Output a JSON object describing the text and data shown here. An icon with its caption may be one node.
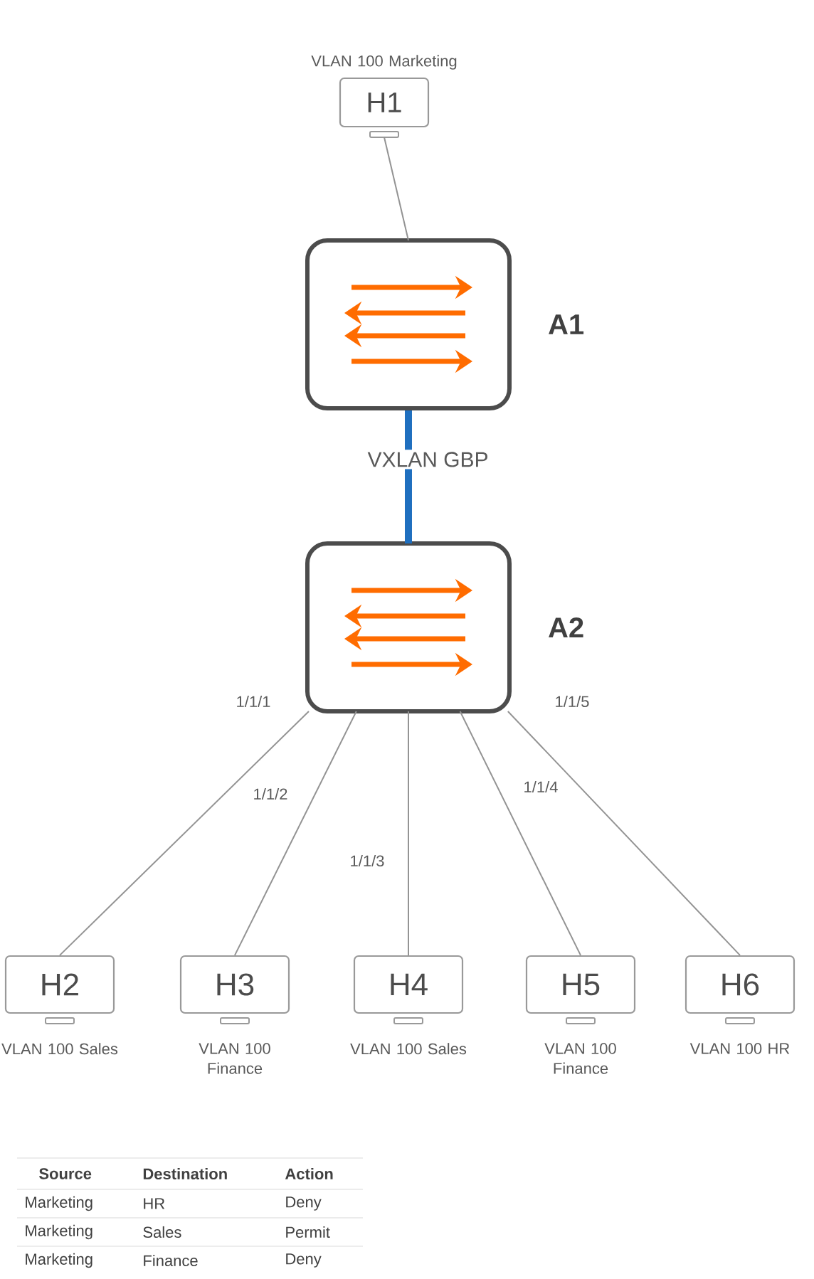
{
  "diagram": {
    "nodes": [
      {
        "text": [
          "H1"
        ],
        "beside": [
          "VLAN 100 Marketing"
        ]
      },
      {
        "text": [
          "A1"
        ]
      },
      {
        "text": [
          "A2"
        ]
      },
      {
        "text": [
          "H2"
        ],
        "beside": [
          "VLAN 100 Sales"
        ]
      },
      {
        "text": [
          "H3"
        ],
        "beside": [
          "VLAN 100 Finance"
        ]
      },
      {
        "text": [
          "H4"
        ],
        "beside": [
          "VLAN 100 Sales"
        ]
      },
      {
        "text": [
          "H5"
        ],
        "beside": [
          "VLAN 100 Finance"
        ]
      },
      {
        "text": [
          "H6"
        ],
        "beside": [
          "VLAN 100 HR"
        ]
      }
    ],
    "edges": [
      {
        "from": 0,
        "to": 1,
        "arrow": "none"
      },
      {
        "from": 1,
        "to": 2,
        "arrow": "none",
        "label": "VXLAN GBP",
        "style": "thick",
        "color": "#1f6fbf"
      },
      {
        "from": 2,
        "to": 3,
        "arrow": "none",
        "label": "1/1/1"
      },
      {
        "from": 2,
        "to": 4,
        "arrow": "none",
        "label": "1/1/2"
      },
      {
        "from": 2,
        "to": 5,
        "arrow": "none",
        "label": "1/1/3"
      },
      {
        "from": 2,
        "to": 6,
        "arrow": "none",
        "label": "1/1/4"
      },
      {
        "from": 2,
        "to": 7,
        "arrow": "none",
        "label": "1/1/5"
      }
    ],
    "labels": [
      "Source",
      "Destination",
      "Action",
      "Marketing",
      "HR",
      "Deny",
      "Marketing",
      "Sales",
      "Permit",
      "Marketing",
      "Finance",
      "Deny"
    ]
  }
}
